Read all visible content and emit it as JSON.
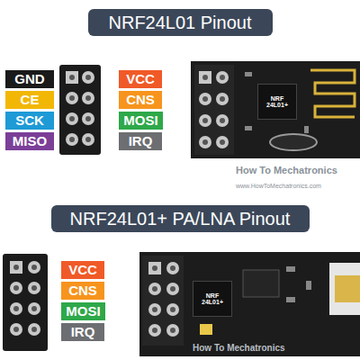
{
  "diagram": {
    "nodes": [
      {
        "text": [
          "NRF24L01 Pinout"
        ]
      },
      {
        "text": [
          "GND"
        ]
      },
      {
        "text": [
          "CE"
        ]
      },
      {
        "text": [
          "SCK"
        ]
      },
      {
        "text": [
          "MISO"
        ]
      },
      {
        "text": [
          "VCC"
        ]
      },
      {
        "text": [
          "CNS"
        ]
      },
      {
        "text": [
          "MOSI"
        ]
      },
      {
        "text": [
          "IRQ"
        ]
      },
      {
        "text": [
          "NRF 24L01+"
        ]
      },
      {
        "text": [
          "NRF24L01+ PA/LNA Pinout"
        ]
      },
      {
        "text": [
          "VCC"
        ]
      },
      {
        "text": [
          "CNS"
        ]
      },
      {
        "text": [
          "MOSI"
        ]
      },
      {
        "text": [
          "IRQ"
        ]
      },
      {
        "text": [
          "NRF 24L01+"
        ]
      }
    ],
    "labels": [
      "How To Mechatronics",
      "www.HowToMechatronics.com",
      "How To Mechatronics"
    ]
  }
}
